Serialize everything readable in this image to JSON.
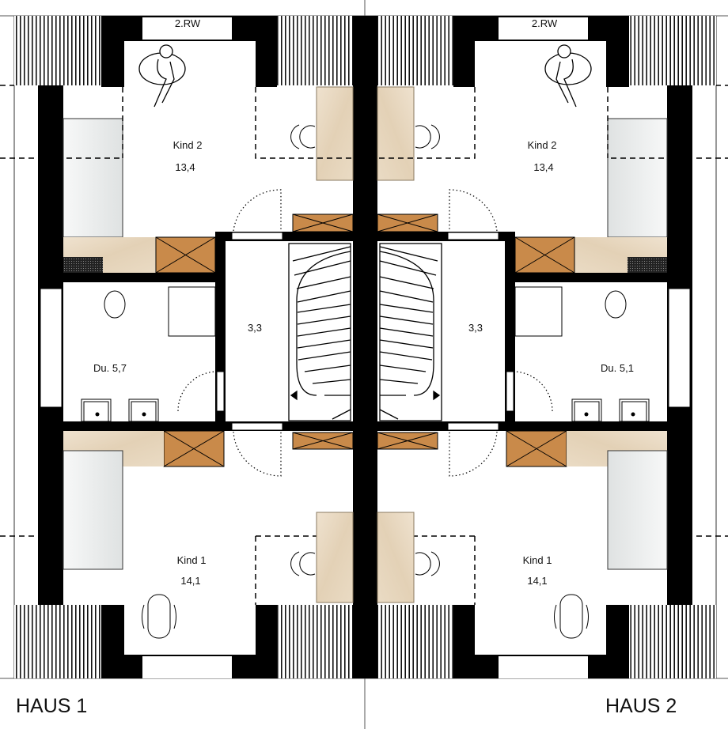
{
  "plan": {
    "haus_1": {
      "title": "HAUS 1",
      "rw_label": "2.RW",
      "kind2_name": "Kind 2",
      "kind2_area": "13,4",
      "hall_area": "3,3",
      "bath_label": "Du. 5,7",
      "kind1_name": "Kind 1",
      "kind1_area": "14,1"
    },
    "haus_2": {
      "title": "HAUS 2",
      "rw_label": "2.RW",
      "kind2_name": "Kind 2",
      "kind2_area": "13,4",
      "hall_area": "3,3",
      "bath_label": "Du. 5,1",
      "kind1_name": "Kind 1",
      "kind1_area": "14,1"
    }
  },
  "colors": {
    "wall": "#000000",
    "wood_light": "#e8d8c0",
    "wood_dark": "#c98a4a",
    "bed": "#e6e8e8"
  }
}
